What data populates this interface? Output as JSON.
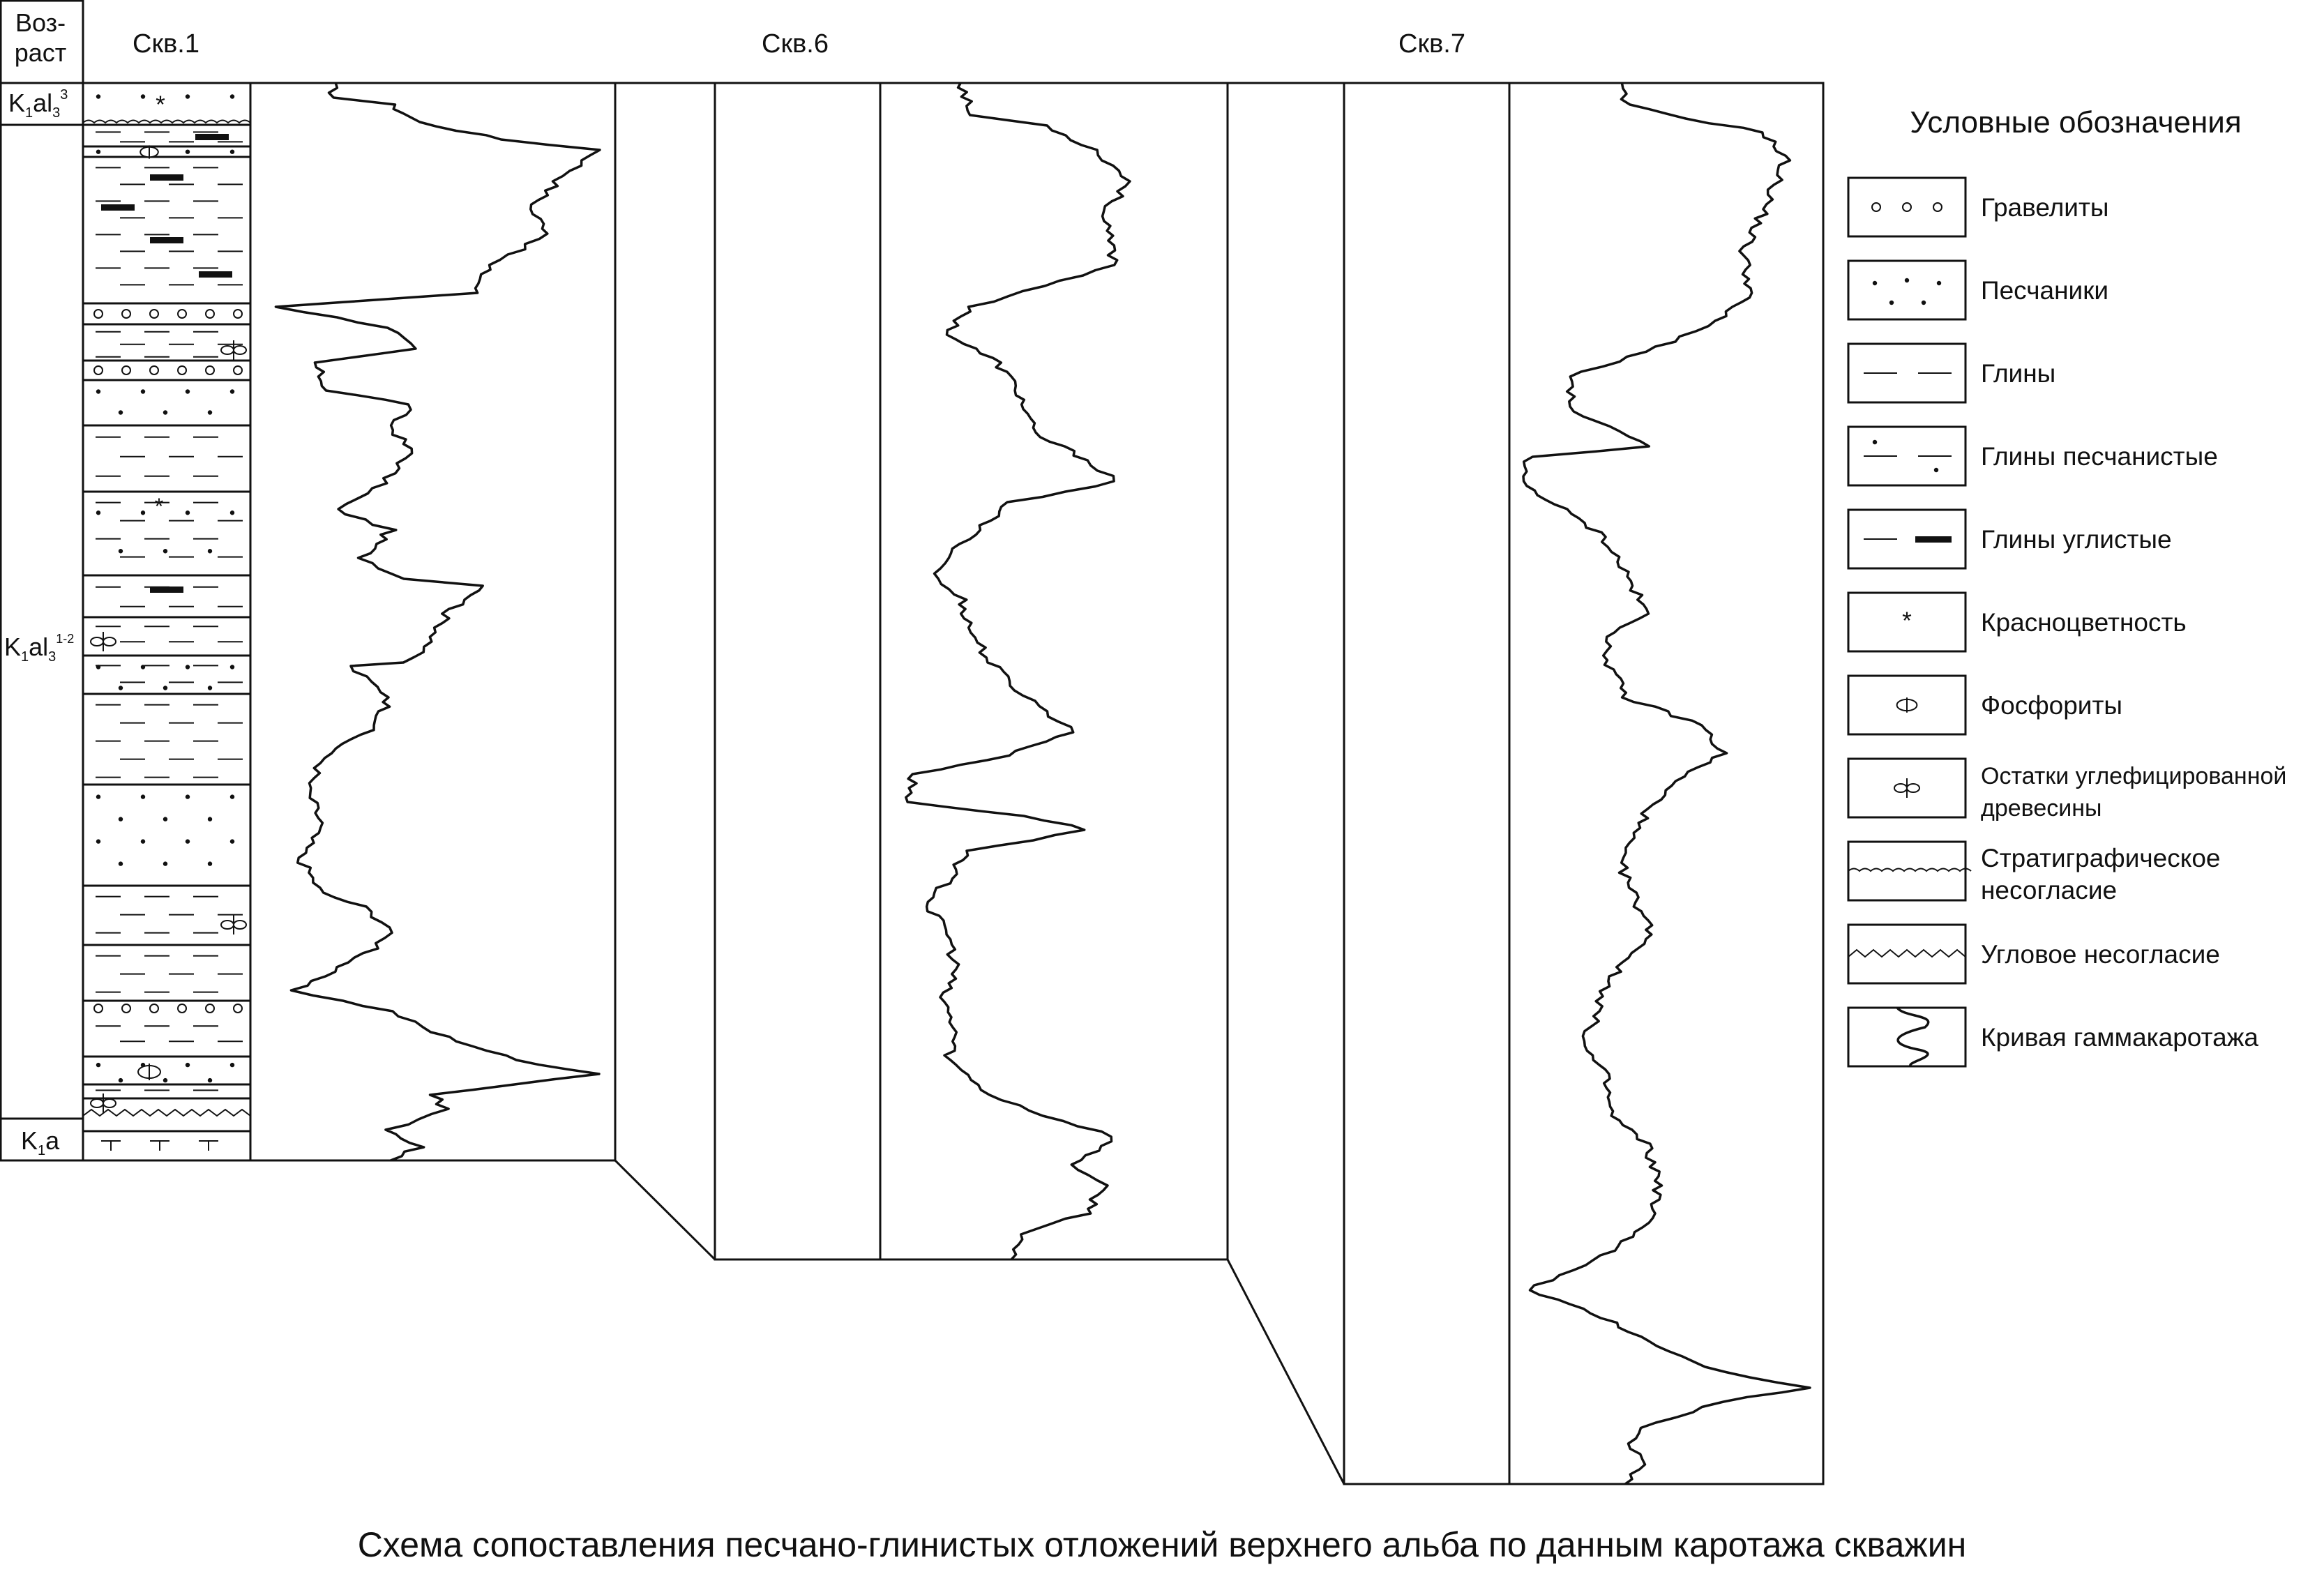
{
  "header": {
    "age_label": "Воз-\nраст",
    "wells": [
      "Скв.1",
      "Скв.6",
      "Скв.7"
    ]
  },
  "age_units": [
    {
      "label": "K",
      "sub": "1",
      "main": "al",
      "sub2": "3",
      "sup": "3"
    },
    {
      "label": "K",
      "sub": "1",
      "main": "al",
      "sub2": "3",
      "sup": "1-2"
    },
    {
      "label": "K",
      "sub": "1",
      "main": "a",
      "sub2": "",
      "sup": ""
    }
  ],
  "legend": {
    "title": "Условные обозначения",
    "items": [
      {
        "symbol": "gravel",
        "label": "Гравелиты"
      },
      {
        "symbol": "sand",
        "label": "Песчаники"
      },
      {
        "symbol": "clay",
        "label": "Глины"
      },
      {
        "symbol": "sandy-clay",
        "label": "Глины песчанистые"
      },
      {
        "symbol": "coaly-clay",
        "label": "Глины углистые"
      },
      {
        "symbol": "red-color",
        "label": "Красноцветность"
      },
      {
        "symbol": "phosphorite",
        "label": "Фосфориты"
      },
      {
        "symbol": "coalified-wood",
        "label": "Остатки углефицированной древесины"
      },
      {
        "symbol": "strat-unconformity",
        "label": "Стратиграфическое несогласие"
      },
      {
        "symbol": "angular-unconformity",
        "label": "Угловое несогласие"
      },
      {
        "symbol": "gamma-log",
        "label": "Кривая гаммакаротажа"
      }
    ]
  },
  "caption": "Схема сопоставления песчано-глинистых отложений верхнего альба по данным каротажа скважин"
}
